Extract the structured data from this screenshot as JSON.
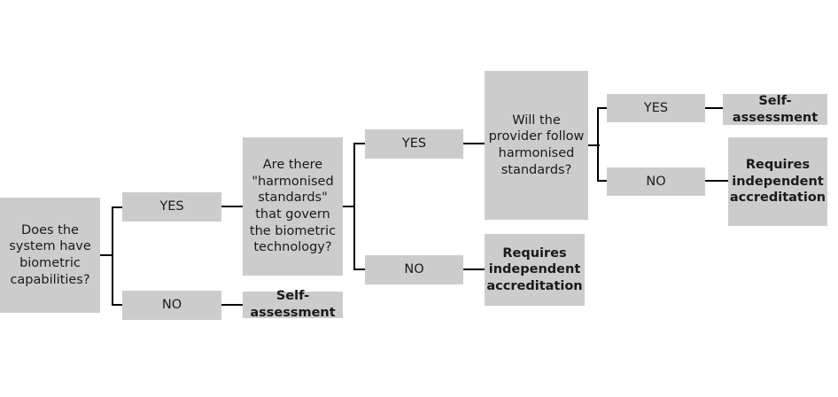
{
  "diagram": {
    "title": "Biometric capability conformity assessment decision tree",
    "box_fill": "#cccccc",
    "text_color": "#1a1a1a",
    "connector_color": "#000000",
    "background": "#ffffff",
    "nodes": {
      "q1": "Does the\nsystem have\nbiometric\ncapabilities?",
      "q1_yes": "YES",
      "q1_no": "NO",
      "q1_no_outcome": "Self-assessment",
      "q2": "Are there\n\"harmonised\nstandards\"\nthat govern\nthe biometric\ntechnology?",
      "q2_yes": "YES",
      "q2_no": "NO",
      "q2_no_outcome": "Requires\nindependent\naccreditation",
      "q3": "Will the\nprovider follow\nharmonised\nstandards?",
      "q3_yes": "YES",
      "q3_no": "NO",
      "q3_yes_outcome": "Self-assessment",
      "q3_no_outcome": "Requires\nindependent\naccreditation"
    }
  }
}
